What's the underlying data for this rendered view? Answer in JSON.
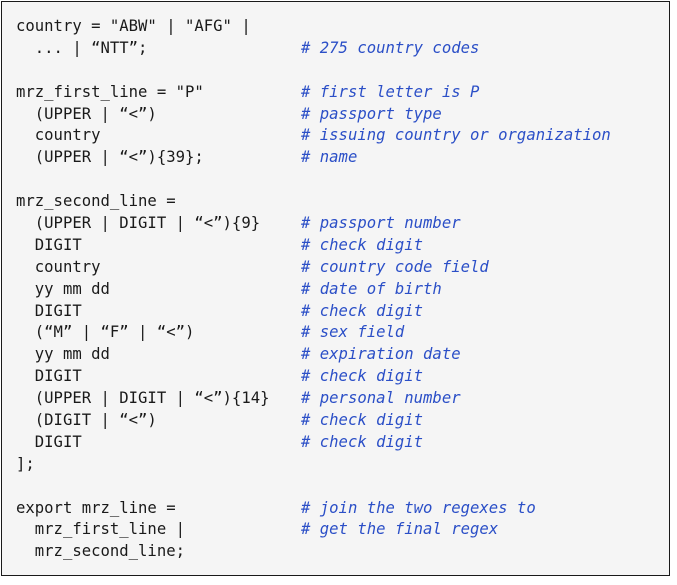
{
  "lines": [
    {
      "code": "country = \"ABW\" | \"AFG\" |",
      "comment": ""
    },
    {
      "code": "  ... | “NTT”;",
      "comment": "# 275 country codes"
    },
    {
      "code": "",
      "comment": ""
    },
    {
      "code": "mrz_first_line = \"P\"",
      "comment": "# first letter is P"
    },
    {
      "code": "  (UPPER | “<”)",
      "comment": "# passport type"
    },
    {
      "code": "  country",
      "comment": "# issuing country or organization"
    },
    {
      "code": "  (UPPER | “<”){39};",
      "comment": "# name"
    },
    {
      "code": "",
      "comment": ""
    },
    {
      "code": "mrz_second_line =",
      "comment": ""
    },
    {
      "code": "  (UPPER | DIGIT | “<”){9}",
      "comment": "# passport number"
    },
    {
      "code": "  DIGIT",
      "comment": "# check digit"
    },
    {
      "code": "  country",
      "comment": "# country code field"
    },
    {
      "code": "  yy mm dd",
      "comment": "# date of birth"
    },
    {
      "code": "  DIGIT",
      "comment": "# check digit"
    },
    {
      "code": "  (“M” | “F” | “<”)",
      "comment": "# sex field"
    },
    {
      "code": "  yy mm dd",
      "comment": "# expiration date"
    },
    {
      "code": "  DIGIT",
      "comment": "# check digit"
    },
    {
      "code": "  (UPPER | DIGIT | “<”){14}",
      "comment": "# personal number"
    },
    {
      "code": "  (DIGIT | “<”)",
      "comment": "# check digit"
    },
    {
      "code": "  DIGIT",
      "comment": "# check digit"
    },
    {
      "code": "];",
      "comment": ""
    },
    {
      "code": "",
      "comment": ""
    },
    {
      "code": "export mrz_line =",
      "comment": "# join the two regexes to"
    },
    {
      "code": "  mrz_first_line |",
      "comment": "# get the final regex"
    },
    {
      "code": "  mrz_second_line;",
      "comment": ""
    }
  ],
  "colors": {
    "code": "#1a1a1a",
    "comment": "#2b4fc7",
    "background": "#f5f5f5",
    "border": "#1a1a1a"
  }
}
